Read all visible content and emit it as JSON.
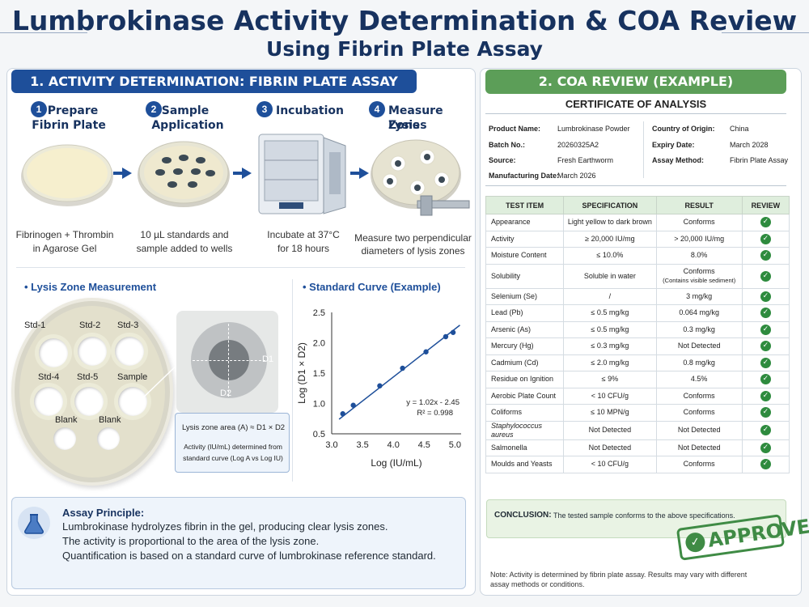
{
  "header": {
    "title_line1": "Lumbrokinase Activity Determination & COA Review",
    "title_line2": "Using Fibrin Plate Assay"
  },
  "assay": {
    "heading": "1. ACTIVITY DETERMINATION: FIBRIN PLATE ASSAY",
    "steps": [
      {
        "num": "1",
        "title_a": "Prepare",
        "title_b": "Fibrin Plate",
        "caption_a": "Fibrinogen + Thrombin",
        "caption_b": "in Agarose Gel"
      },
      {
        "num": "2",
        "title_a": "Sample",
        "title_b": "Application",
        "caption_a": "10 µL standards and",
        "caption_b": "sample added to wells"
      },
      {
        "num": "3",
        "title_a": "Incubation",
        "title_b": "",
        "caption_a": "Incubate at 37°C",
        "caption_b": "for 18 hours"
      },
      {
        "num": "4",
        "title_a": "Measure Lysis",
        "title_b": "Zones",
        "caption_a": "Measure two perpendicular",
        "caption_b": "diameters of lysis zones"
      }
    ],
    "lysis": {
      "heading": "Lysis Zone Measurement",
      "well_labels": [
        "Std-1",
        "Std-2",
        "Std-3",
        "Std-4",
        "Std-5",
        "Sample",
        "Blank",
        "Blank"
      ],
      "d1": "D1",
      "d2": "D2",
      "formula": "Lysis zone area (A) ≈ D1 × D2",
      "note_a": "Activity (IU/mL) determined from",
      "note_b": "standard curve (Log A vs Log IU)"
    },
    "principle": {
      "heading": "Assay Principle:",
      "line1": "Lumbrokinase hydrolyzes fibrin in the gel, producing clear lysis zones.",
      "line2": "The activity is proportional to the area of the lysis zone.",
      "line3": "Quantification is based on a standard curve of lumbrokinase reference standard."
    }
  },
  "chart_data": {
    "type": "scatter",
    "title": "Standard Curve (Example)",
    "xlabel": "Log (IU/mL)",
    "ylabel": "Log (D1 × D2)",
    "xlim": [
      3.0,
      5.1
    ],
    "ylim": [
      0.5,
      2.5
    ],
    "xticks": [
      "3.0",
      "3.5",
      "4.0",
      "4.5",
      "5.0"
    ],
    "yticks": [
      "0.5",
      "1.0",
      "1.5",
      "2.0",
      "2.5"
    ],
    "x": [
      3.18,
      3.35,
      3.78,
      4.15,
      4.53,
      4.85,
      4.97
    ],
    "y": [
      0.83,
      0.97,
      1.29,
      1.58,
      1.85,
      2.1,
      2.17
    ],
    "equation": "y = 1.02x - 2.45",
    "r2": "R² = 0.998",
    "line": [
      [
        3.12,
        0.74
      ],
      [
        5.08,
        2.29
      ]
    ]
  },
  "coa": {
    "heading": "2. COA REVIEW (EXAMPLE)",
    "title": "CERTIFICATE OF ANALYSIS",
    "meta_left": [
      {
        "label": "Product Name:",
        "value": "Lumbrokinase Powder"
      },
      {
        "label": "Batch No.:",
        "value": "20260325A2"
      },
      {
        "label": "Source:",
        "value": "Fresh Earthworm"
      },
      {
        "label": "Manufacturing Date:",
        "value": "March 2026"
      }
    ],
    "meta_right": [
      {
        "label": "Country of Origin:",
        "value": "China"
      },
      {
        "label": "Expiry Date:",
        "value": "March 2028"
      },
      {
        "label": "Assay Method:",
        "value": "Fibrin Plate Assay"
      }
    ],
    "columns": [
      "TEST ITEM",
      "SPECIFICATION",
      "RESULT",
      "REVIEW"
    ],
    "rows": [
      {
        "item": "Appearance",
        "spec": "Light yellow to dark brown",
        "result": "Conforms"
      },
      {
        "item": "Activity",
        "spec": "≥ 20,000 IU/mg",
        "result": "> 20,000 IU/mg"
      },
      {
        "item": "Moisture Content",
        "spec": "≤ 10.0%",
        "result": "8.0%"
      },
      {
        "item": "Solubility",
        "spec": "Soluble in water",
        "result": "Conforms",
        "result_note": "(Contains visible sediment)"
      },
      {
        "item": "Selenium (Se)",
        "spec": "/",
        "result": "3 mg/kg"
      },
      {
        "item": "Lead (Pb)",
        "spec": "≤ 0.5 mg/kg",
        "result": "0.064 mg/kg"
      },
      {
        "item": "Arsenic (As)",
        "spec": "≤ 0.5 mg/kg",
        "result": "0.3 mg/kg"
      },
      {
        "item": "Mercury (Hg)",
        "spec": "≤ 0.3 mg/kg",
        "result": "Not Detected"
      },
      {
        "item": "Cadmium (Cd)",
        "spec": "≤ 2.0 mg/kg",
        "result": "0.8 mg/kg"
      },
      {
        "item": "Residue on Ignition",
        "spec": "≤ 9%",
        "result": "4.5%"
      },
      {
        "item": "Aerobic Plate Count",
        "spec": "< 10 CFU/g",
        "result": "Conforms"
      },
      {
        "item": "Coliforms",
        "spec": "≤ 10 MPN/g",
        "result": "Conforms"
      },
      {
        "item": "Staphylococcus aureus",
        "spec": "Not Detected",
        "result": "Not Detected"
      },
      {
        "item": "Salmonella",
        "spec": "Not Detected",
        "result": "Not Detected"
      },
      {
        "item": "Moulds and Yeasts",
        "spec": "< 10 CFU/g",
        "result": "Conforms"
      }
    ],
    "conclusion_label": "CONCLUSION:",
    "conclusion_text": "The tested sample conforms to the above specifications.",
    "stamp": "APPROVED",
    "footnote_a": "Note: Activity is determined by fibrin plate assay. Results may vary with different",
    "footnote_b": "assay methods or conditions."
  }
}
